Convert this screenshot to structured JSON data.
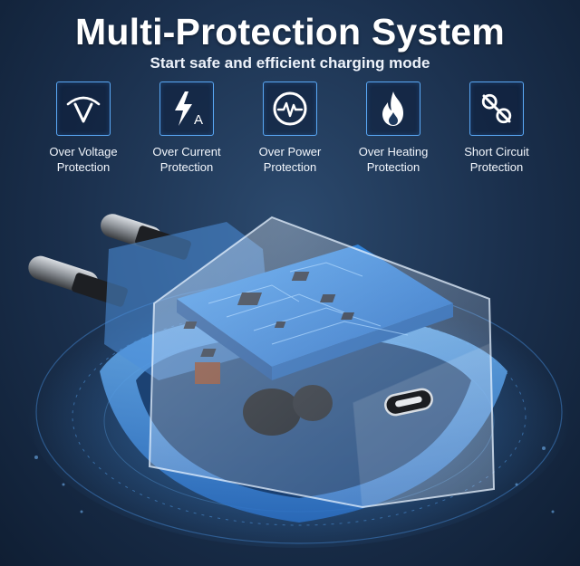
{
  "title": "Multi-Protection System",
  "subtitle": "Start safe and efficient charging mode",
  "features": [
    {
      "icon": "over-voltage-icon",
      "line1": "Over Voltage",
      "line2": "Protection"
    },
    {
      "icon": "over-current-icon",
      "line1": "Over Current",
      "line2": "Protection"
    },
    {
      "icon": "over-power-icon",
      "line1": "Over Power",
      "line2": "Protection"
    },
    {
      "icon": "over-heating-icon",
      "line1": "Over Heating",
      "line2": "Protection"
    },
    {
      "icon": "short-circuit-icon",
      "line1": "Short Circuit",
      "line2": "Protection"
    }
  ],
  "icon_glyph_current": "A",
  "colors": {
    "accent": "#5aa8f5",
    "background": "#1a2f4c",
    "circuit_board": "#2e7fd9"
  }
}
